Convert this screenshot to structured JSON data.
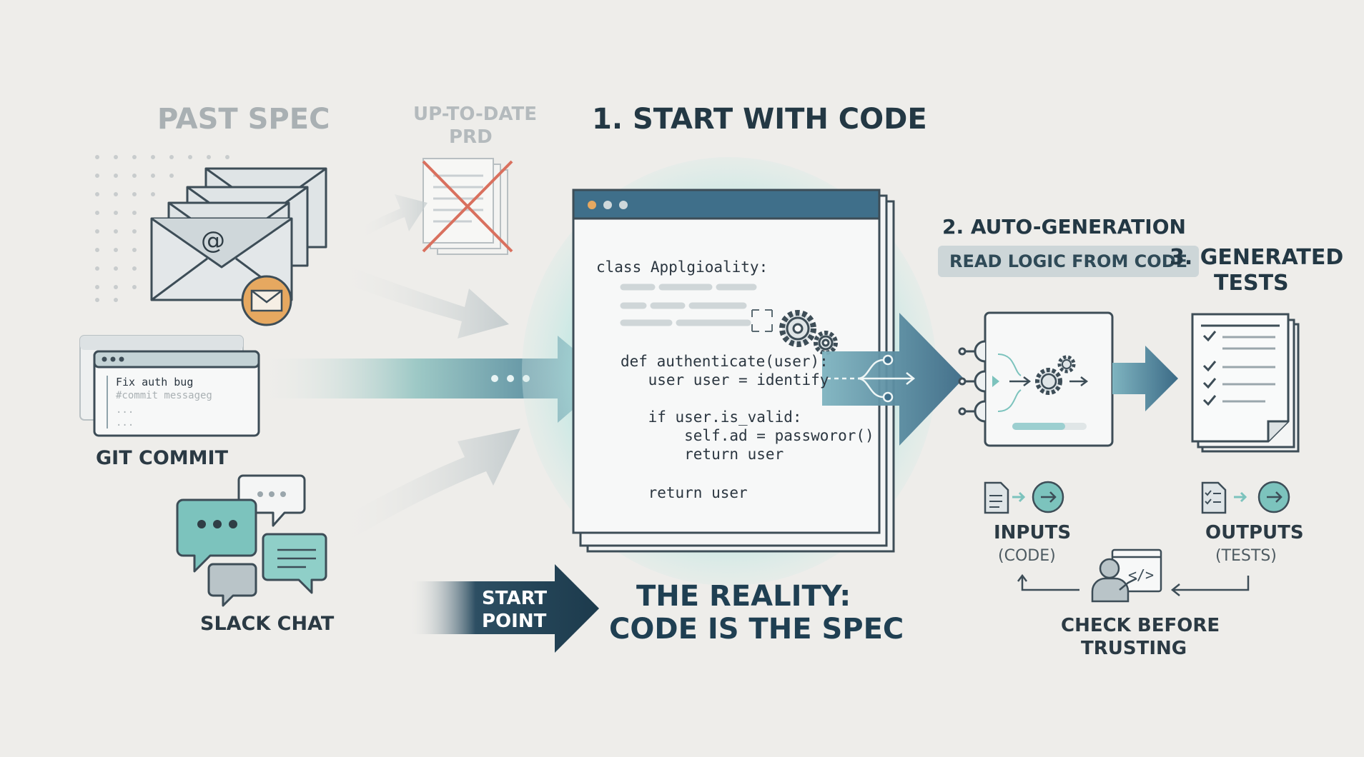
{
  "left": {
    "past_spec": "PAST SPEC",
    "prd_line1": "UP-TO-DATE",
    "prd_line2": "PRD",
    "git_commit": "GIT COMMIT",
    "git_line1": "Fix auth bug",
    "git_line2": "#commit messageg",
    "git_line3": "...",
    "git_line4": "...",
    "slack_chat": "SLACK CHAT"
  },
  "center": {
    "step1": "1. START WITH CODE",
    "code": [
      "class Applgioality:",
      "def authenticate(user):",
      "    user user = identify",
      "    if user.is_valid:",
      "        self.ad = passworor()",
      "        return user",
      "    return user"
    ],
    "start_point_1": "START",
    "start_point_2": "POINT",
    "reality_1": "THE REALITY:",
    "reality_2": "CODE IS THE SPEC"
  },
  "right": {
    "step2": "2. AUTO-GENERATION",
    "read_logic": "READ LOGIC FROM CODE",
    "step3_1": "3. GENERATED",
    "step3_2": "TESTS",
    "inputs": "INPUTS",
    "inputs_sub": "(CODE)",
    "outputs": "OUTPUTS",
    "outputs_sub": "(TESTS)",
    "check_1": "CHECK BEFORE",
    "check_2": "TRUSTING"
  },
  "colors": {
    "background": "#eeedea",
    "teal": "#7cc3bd",
    "steel_blue": "#3f6f8a",
    "navy": "#1f3f52",
    "orange": "#e6a860",
    "red_cross": "#d9705e"
  }
}
